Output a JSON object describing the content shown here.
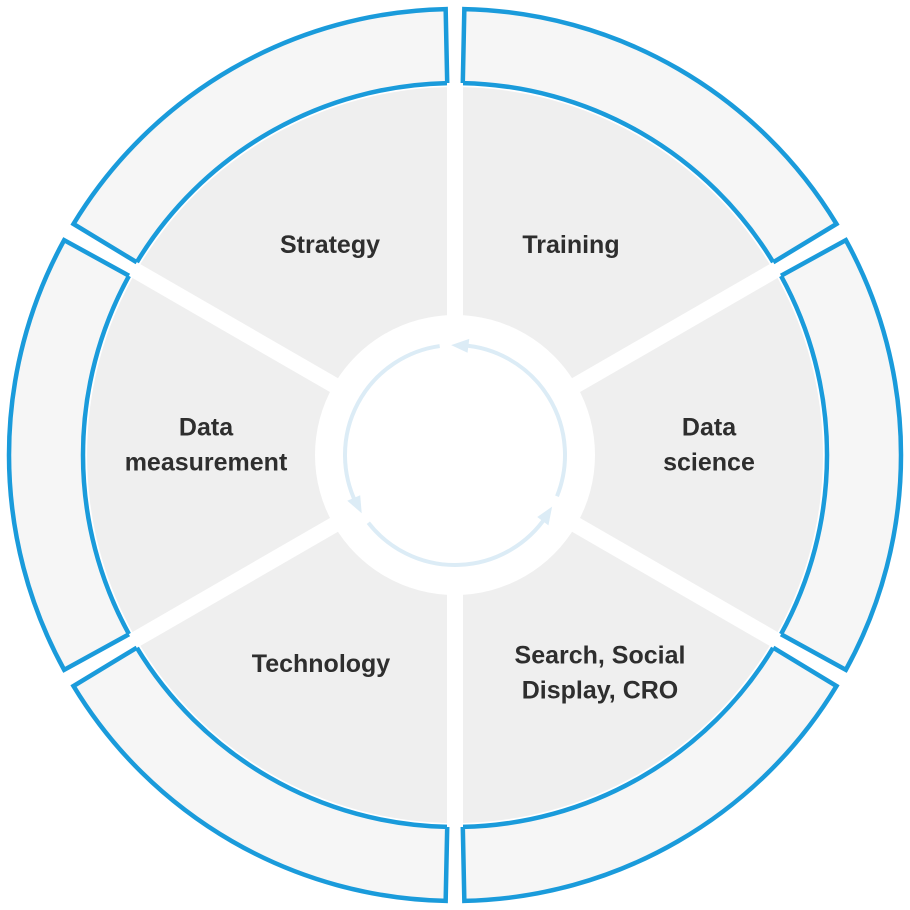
{
  "segments": [
    {
      "id": "strategy",
      "lines": [
        "Strategy"
      ]
    },
    {
      "id": "training",
      "lines": [
        "Training"
      ]
    },
    {
      "id": "data-science",
      "lines": [
        "Data",
        "science"
      ]
    },
    {
      "id": "search-social-display-cro",
      "lines": [
        "Search, Social",
        "Display, CRO"
      ]
    },
    {
      "id": "technology",
      "lines": [
        "Technology"
      ]
    },
    {
      "id": "data-measurement",
      "lines": [
        "Data",
        "measurement"
      ]
    }
  ],
  "colors": {
    "ring_outline": "#1a9bdb",
    "ring_fill": "#f6f6f6",
    "segment_fill": "#efefef",
    "gap": "#ffffff",
    "center_arrows": "#dcecf6",
    "label_text": "#2e2e2e"
  }
}
